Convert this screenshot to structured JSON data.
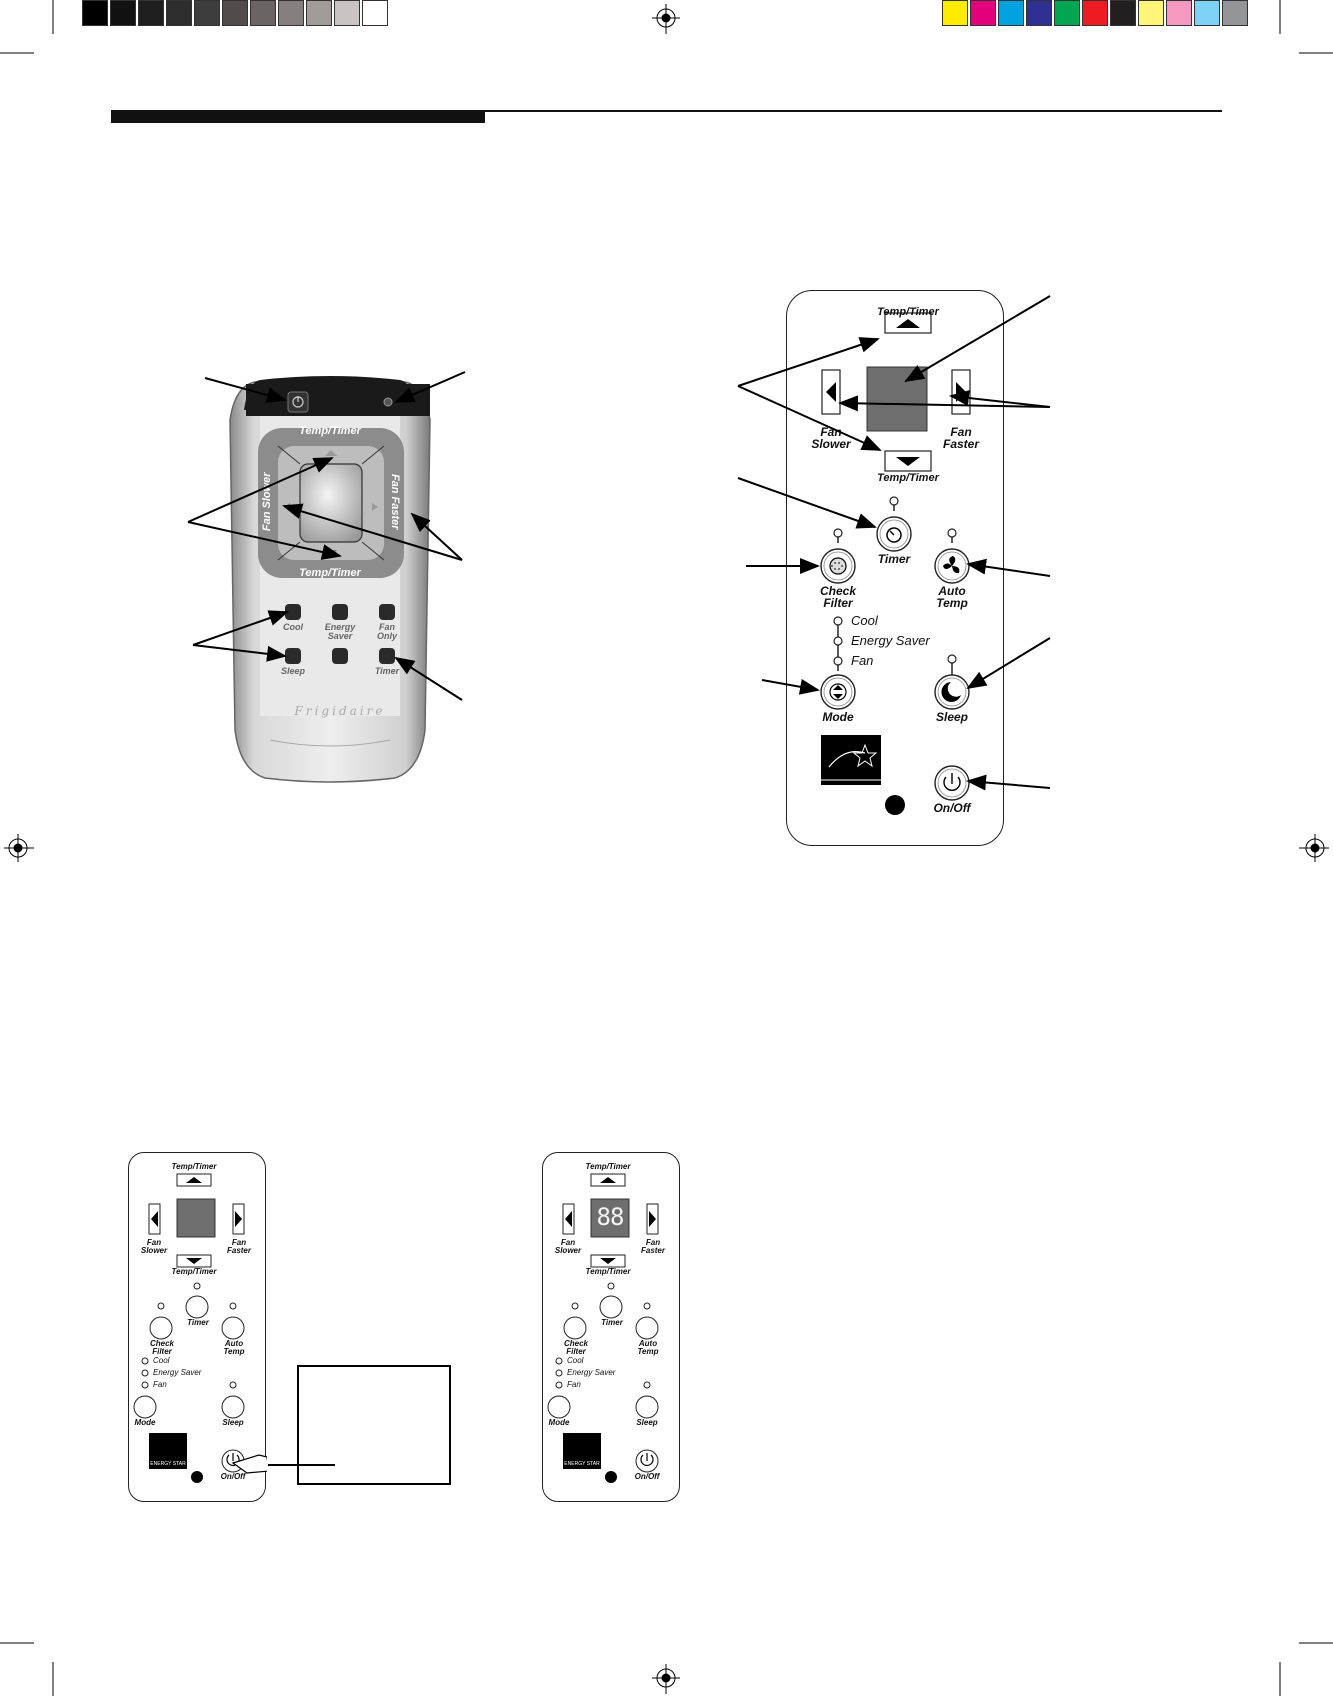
{
  "print_marks": {
    "gray_swatches": [
      "#000000",
      "#111111",
      "#1e1e1e",
      "#2d2d2d",
      "#3d3d3d",
      "#514c4b",
      "#6a6462",
      "#857f7e",
      "#a19b9a",
      "#c9c4c3",
      "#ffffff"
    ],
    "color_swatches": [
      "#ffeb00",
      "#e4007c",
      "#00a3e0",
      "#2e3192",
      "#00a651",
      "#ed1c24",
      "#231f20",
      "#fff579",
      "#f49ac1",
      "#7dd3f5",
      "#939598"
    ]
  },
  "remote": {
    "temp_timer_top": "Temp/Timer",
    "temp_timer_bottom": "Temp/Timer",
    "fan_slower": "Fan Slower",
    "fan_faster": "Fan Faster",
    "cool": "Cool",
    "energy_saver_1": "Energy",
    "energy_saver_2": "Saver",
    "fan_only_1": "Fan",
    "fan_only_2": "Only",
    "sleep": "Sleep",
    "timer": "Timer",
    "brand": "Frigidaire"
  },
  "panel": {
    "temp_timer_top": "Temp/Timer",
    "temp_timer_bottom": "Temp/Timer",
    "fan_slower_1": "Fan",
    "fan_slower_2": "Slower",
    "fan_faster_1": "Fan",
    "fan_faster_2": "Faster",
    "timer": "Timer",
    "check_filter_1": "Check",
    "check_filter_2": "Filter",
    "auto_temp_1": "Auto",
    "auto_temp_2": "Temp",
    "mode_cool": "Cool",
    "mode_energy_saver": "Energy Saver",
    "mode_fan": "Fan",
    "mode": "Mode",
    "sleep": "Sleep",
    "on_off": "On/Off",
    "energy_star": "ENERGY STAR"
  },
  "small_panel_display": "88"
}
